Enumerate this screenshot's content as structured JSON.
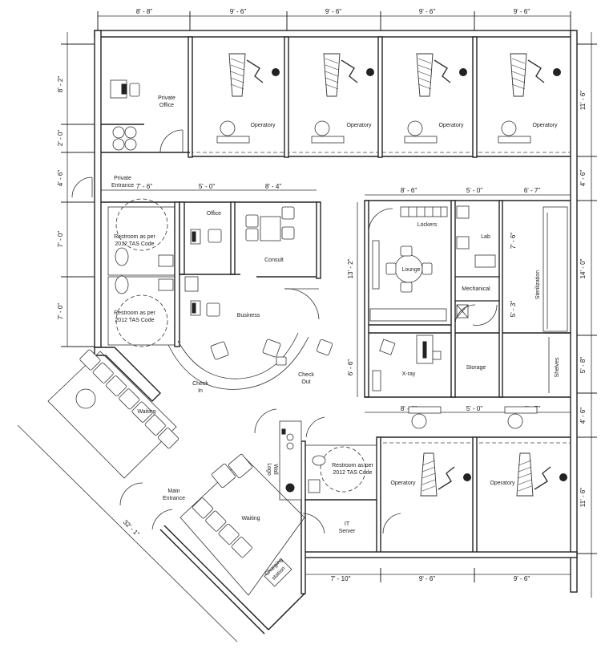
{
  "dimensions_top": [
    "8' - 8\"",
    "9' - 6\"",
    "9' - 6\"",
    "9' - 6\"",
    "9' - 6\""
  ],
  "dimensions_left": [
    "8' - 2\"",
    "2' - 0\"",
    "4' - 6\"",
    "7' - 0\"",
    "7' - 0\""
  ],
  "dimensions_right": [
    "11' - 6\"",
    "4' - 6\"",
    "14' - 0\"",
    "5' - 8\"",
    "4' - 6\"",
    "11' - 6\""
  ],
  "dimensions_mid_row": [
    "7' - 6\"",
    "5' - 0\"",
    "8' - 4\"",
    "8' - 6\"",
    "5' - 0\"",
    "6' - 7\""
  ],
  "dimensions_lounge_side": [
    "13' - 2\"",
    "7' - 6\"",
    "5' - 3\"",
    "6' - 6\""
  ],
  "dimensions_xray_row": [
    "8' - 6\"",
    "5' - 0\"",
    "6' - 7\""
  ],
  "dimensions_bottom": [
    "7' - 10\"",
    "9' - 6\"",
    "9' - 6\""
  ],
  "dimension_diagonal": "32' - 1\"",
  "rooms": {
    "private_office": [
      "Private",
      "Office"
    ],
    "operatory": "Operatory",
    "private_entrance": [
      "Private",
      "Entrance"
    ],
    "restroom": [
      "Restroom as per",
      "2012 TAS Code"
    ],
    "office": "Office",
    "consult": "Consult",
    "business": "Business",
    "check_in": [
      "Check",
      "In"
    ],
    "check_out": [
      "Check",
      "Out"
    ],
    "lockers": "Lockers",
    "lab": "Lab",
    "lounge": "Lounge",
    "mechanical": "Mechanical",
    "sterilization": "Sterilization",
    "xray": "X-ray",
    "storage": "Storage",
    "shelves": "Shelves",
    "waiting": "Waiting",
    "main_entrance": [
      "Main",
      "Entrance"
    ],
    "logo_wall": [
      "Logo",
      "Wall"
    ],
    "it_server": [
      "IT",
      "Server"
    ],
    "charging_station": [
      "Charging",
      "station"
    ]
  }
}
